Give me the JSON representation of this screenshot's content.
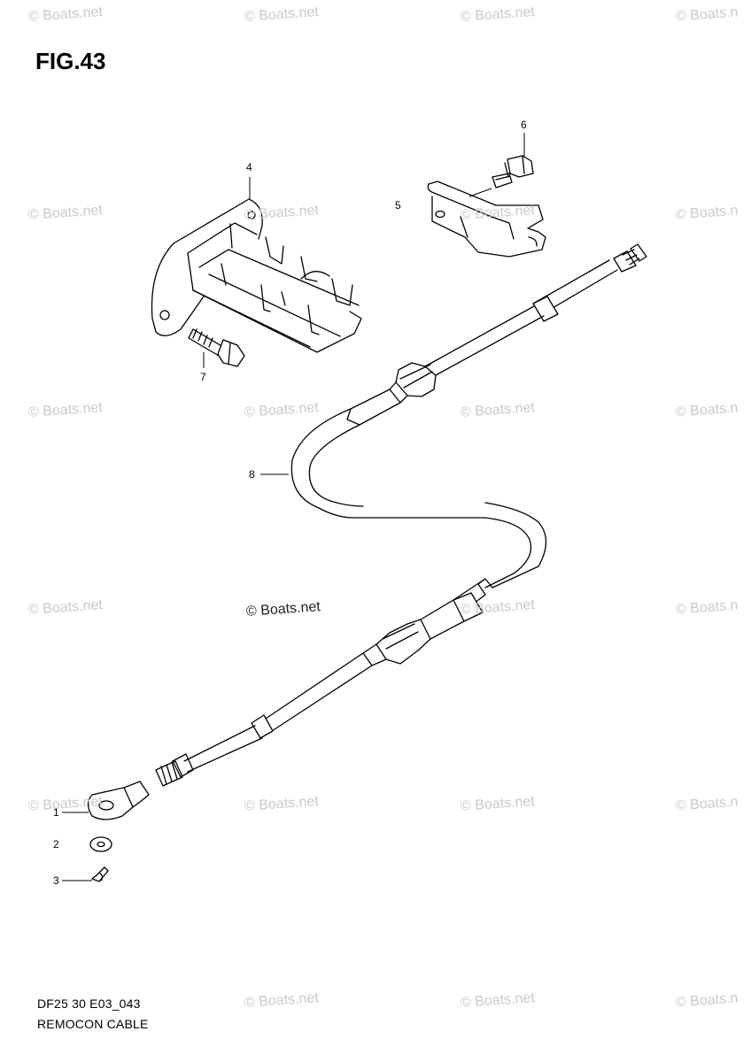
{
  "figure_label": "FIG.43",
  "diagram_code": "DF25 30 E03_043",
  "diagram_name": "REMOCON CABLE",
  "watermark_text": "© Boats.net",
  "watermark_text_cut": "© Boats.n",
  "callouts": [
    "1",
    "2",
    "3",
    "4",
    "5",
    "6",
    "7",
    "8"
  ],
  "colors": {
    "line": "#000000",
    "watermark": "#c9c9c9",
    "background": "#ffffff"
  }
}
